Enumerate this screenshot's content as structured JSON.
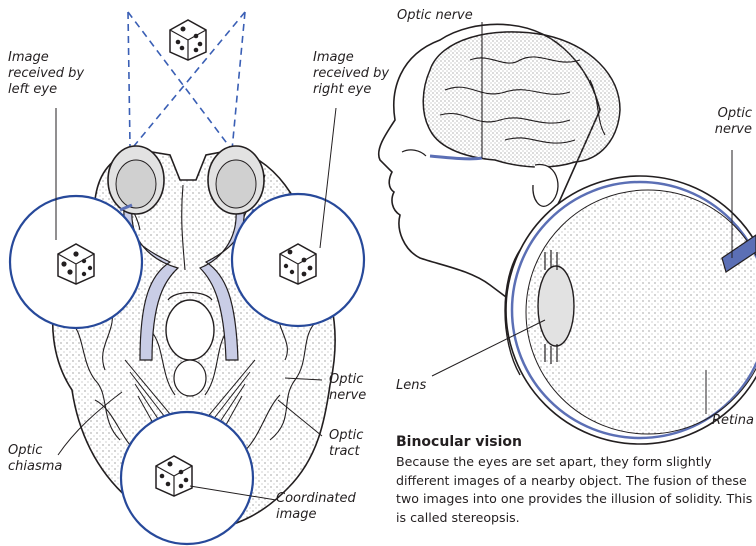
{
  "labels": {
    "image_left_eye": "Image\nreceived by\nleft eye",
    "image_right_eye": "Image\nreceived by\nright eye",
    "optic_nerve_top": "Optic nerve",
    "optic_nerve_right": "Optic\nnerve",
    "optic_nerve_lower": "Optic\nnerve",
    "optic_tract": "Optic\ntract",
    "optic_chiasma": "Optic\nchiasma",
    "coordinated_image": "Coordinated\nimage",
    "lens": "Lens",
    "retina": "Retina"
  },
  "caption": {
    "title": "Binocular vision",
    "body": "Because the eyes are set apart, they form slightly different images of a nearby object. The fusion of these two images into one provides the illusion of solidity. This is called stereopsis."
  },
  "colors": {
    "outline": "#231f20",
    "nerve_fill": "#c9cde6",
    "nerve_blue": "#5b6fb5",
    "circle_blue": "#27499a",
    "sight_dash": "#3a5fb5",
    "eye_fill": "#e2e2e2"
  }
}
